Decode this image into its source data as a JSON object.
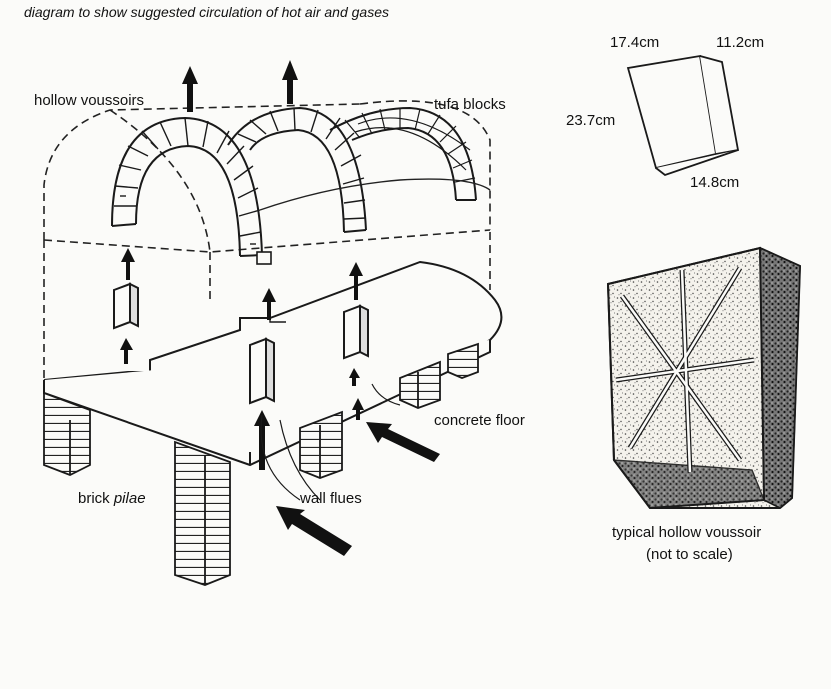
{
  "title": "diagram to show suggested circulation of hot air and gases",
  "labels": {
    "hollow_voussoirs": "hollow voussoirs",
    "tufa_blocks": "tufa blocks",
    "concrete_floor": "concrete floor",
    "wall_flues": "wall flues",
    "brick_pilae_prefix": "brick ",
    "brick_pilae_italic": "pilae"
  },
  "voussoir_dimensions": {
    "top_left": "17.4cm",
    "top_right": "11.2cm",
    "side": "23.7cm",
    "bottom": "14.8cm"
  },
  "voussoir_caption": {
    "line1": "typical hollow voussoir",
    "line2": "(not to scale)"
  }
}
